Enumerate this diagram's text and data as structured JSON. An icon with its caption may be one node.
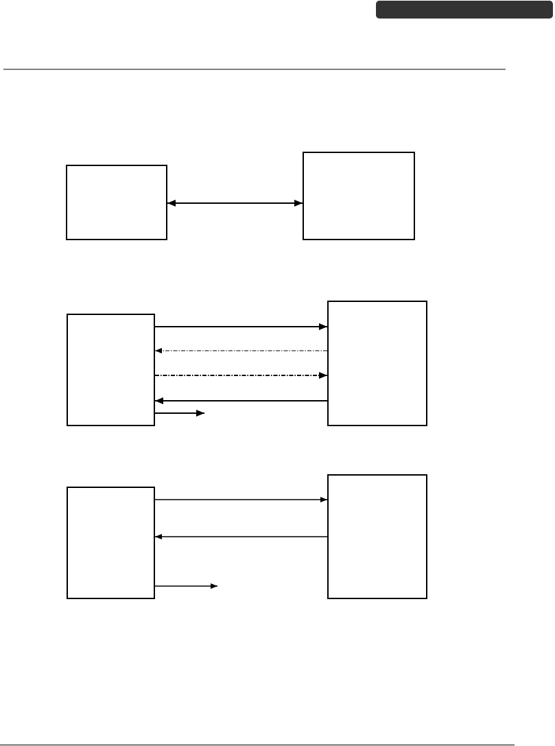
{
  "diagram": {
    "nodes": [
      {
        "text": [],
        "shape": "box"
      },
      {
        "text": [],
        "shape": "box"
      },
      {
        "text": [],
        "shape": "box"
      },
      {
        "text": [],
        "shape": "box"
      },
      {
        "text": [],
        "shape": "box"
      },
      {
        "text": [],
        "shape": "box"
      }
    ],
    "edges": [
      {
        "from": 0,
        "to": 1,
        "arrow": "both"
      },
      {
        "from": 2,
        "to": 3,
        "arrow": "to"
      },
      {
        "from": 3,
        "to": 2,
        "arrow": "to",
        "style": "dashed"
      },
      {
        "from": 2,
        "to": 3,
        "arrow": "to",
        "style": "dashed"
      },
      {
        "from": 3,
        "to": 2,
        "arrow": "to"
      },
      {
        "from": 2,
        "to": null,
        "arrow": "to"
      },
      {
        "from": 4,
        "to": 5,
        "arrow": "to"
      },
      {
        "from": 5,
        "to": 4,
        "arrow": "to"
      },
      {
        "from": 4,
        "to": null,
        "arrow": "to"
      }
    ]
  }
}
